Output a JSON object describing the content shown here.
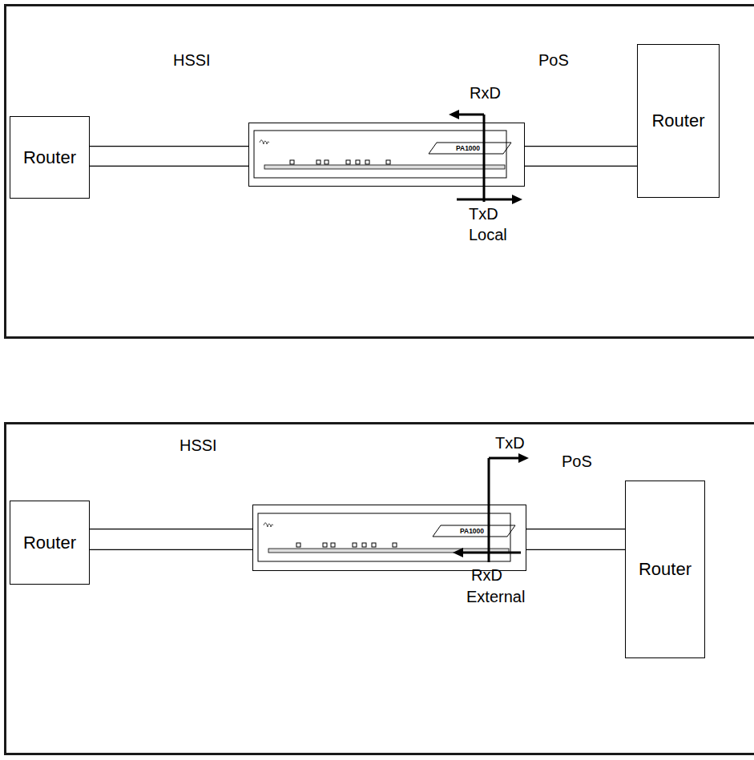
{
  "diagram": {
    "nodes": [
      {
        "text": [
          "Router"
        ]
      },
      {
        "text": [
          "PA1000"
        ]
      },
      {
        "text": [
          "Router"
        ]
      },
      {
        "text": [
          "Router"
        ]
      },
      {
        "text": [
          "PA1000"
        ]
      },
      {
        "text": [
          "Router"
        ]
      }
    ],
    "edges": [
      {
        "from": 0,
        "to": 1,
        "arrow": "none",
        "label": "HSSI"
      },
      {
        "from": 1,
        "to": 2,
        "arrow": "none",
        "label": "PoS"
      },
      {
        "from": 3,
        "to": 4,
        "arrow": "none",
        "label": "HSSI"
      },
      {
        "from": 4,
        "to": 5,
        "arrow": "none",
        "label": "PoS"
      }
    ],
    "labels": [
      "RxD",
      "TxD",
      "Local",
      "TxD",
      "RxD",
      "External"
    ]
  }
}
